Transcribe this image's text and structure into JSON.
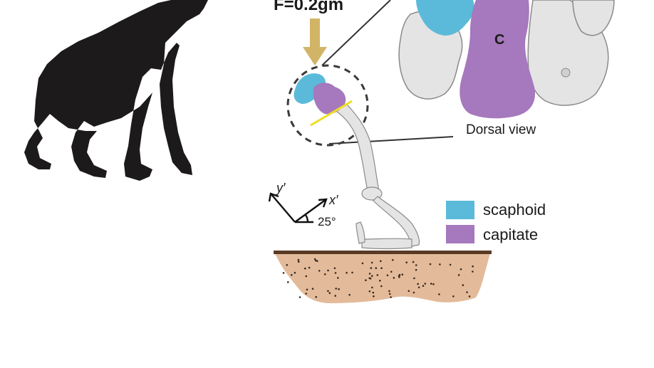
{
  "force_label": "F=0.2gm",
  "bone_letter": "C",
  "view_label": "Dorsal view",
  "axes": {
    "y_label": "y′",
    "x_label": "x′",
    "angle_label": "25°",
    "angle_deg": 25
  },
  "legend": [
    {
      "label": "scaphoid",
      "color": "#5bbad9"
    },
    {
      "label": "capitate",
      "color": "#a678bd"
    }
  ],
  "colors": {
    "silhouette": "#1c1a1a",
    "force_arrow": "#d2b467",
    "cut_line": "#f0de1e",
    "bone": "#e4e4e4",
    "ground_top": "#5a3a24",
    "ground_fill": "#e3bb9a"
  }
}
